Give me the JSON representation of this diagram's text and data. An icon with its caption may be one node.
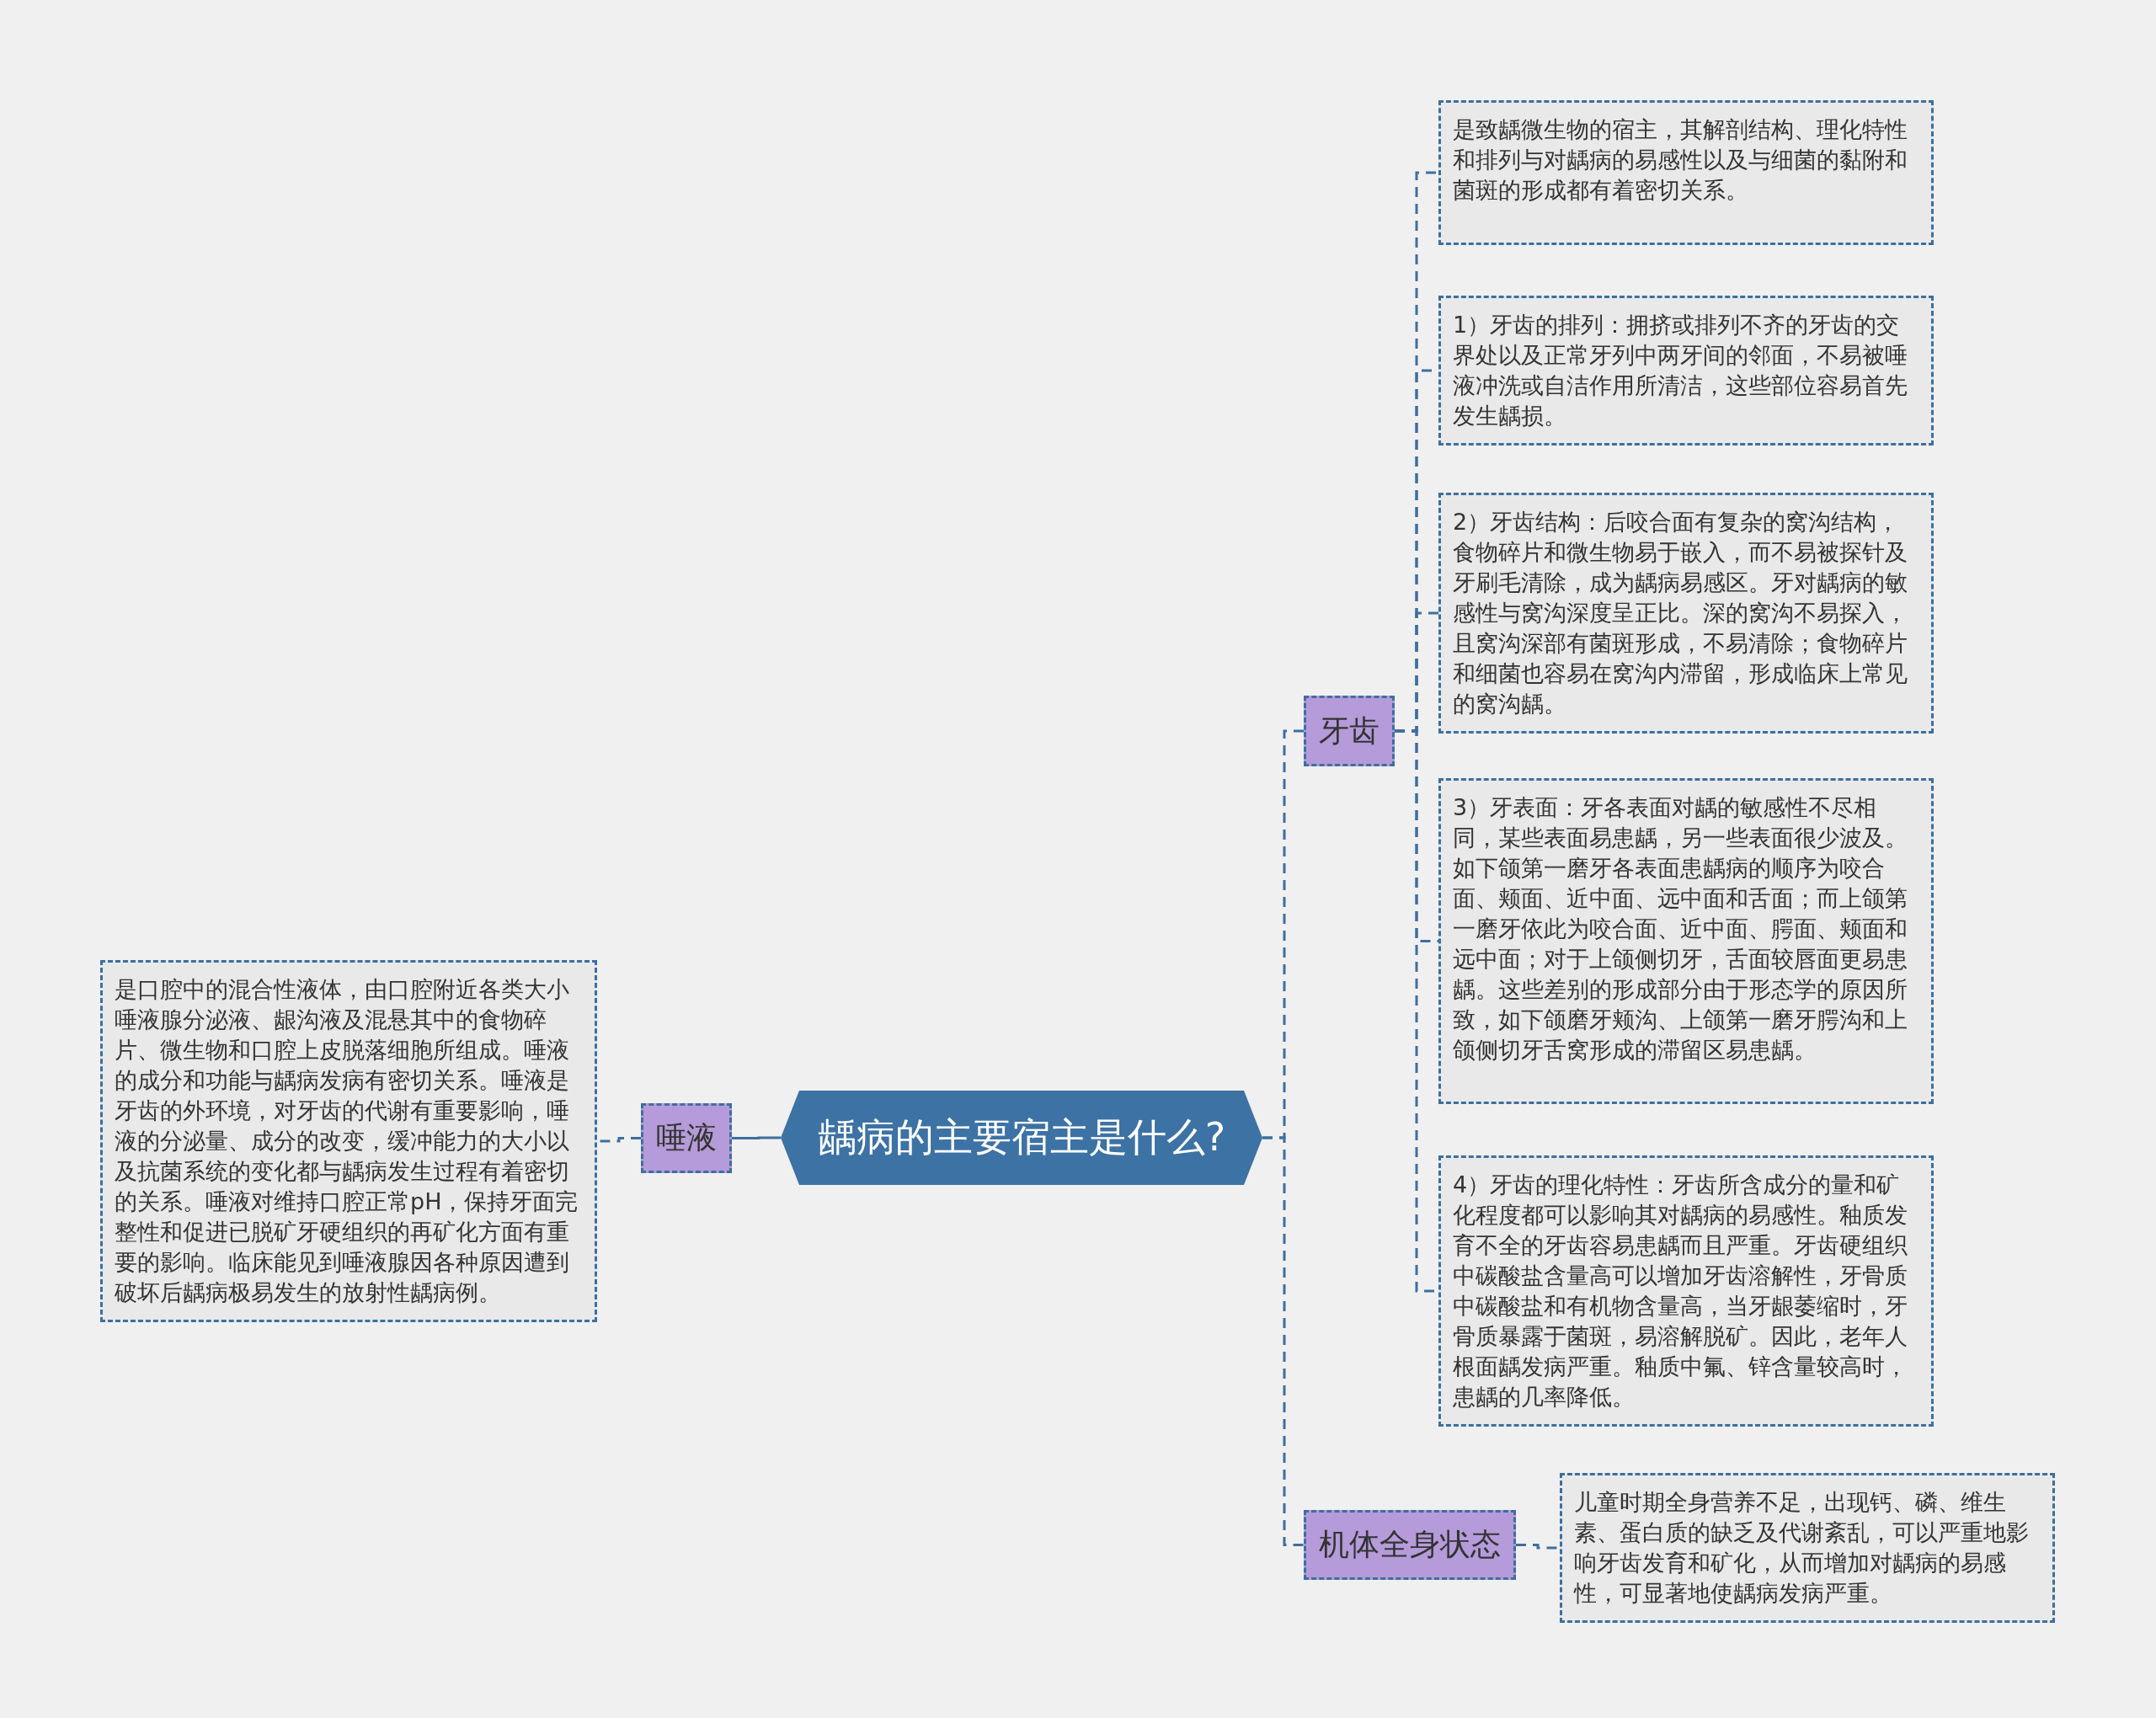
{
  "diagram": {
    "nodes": [
      {
        "text": [
          "龋病的主要宿主是什么?"
        ]
      },
      {
        "text": [
          "唾液"
        ]
      },
      {
        "text": [
          "是口腔中的混合性液体，由口腔附近各类大小唾液腺分泌液、龈沟液及混悬其中的食物碎片、微生物和口腔上皮脱落细胞所组成。唾液的成分和功能与龋病发病有密切关系。唾液是牙齿的外环境，对牙齿的代谢有重要影响，唾液的分泌量、成分的改变，缓冲能力的大小以及抗菌系统的变化都与龋病发生过程有着密切的关系。唾液对维持口腔正常pH，保持牙面完整性和促进已脱矿牙硬组织的再矿化方面有重要的影响。临床能见到唾液腺因各种原因遭到破坏后龋病极易发生的放射性龋病例。"
        ]
      },
      {
        "text": [
          "牙齿"
        ]
      },
      {
        "text": [
          "是致龋微生物的宿主，其解剖结构、理化特性和排列与对龋病的易感性以及与细菌的黏附和菌斑的形成都有着密切关系。"
        ]
      },
      {
        "text": [
          "1）牙齿的排列：拥挤或排列不齐的牙齿的交界处以及正常牙列中两牙间的邻面，不易被唾液冲洗或自洁作用所清洁，这些部位容易首先发生龋损。"
        ]
      },
      {
        "text": [
          "2）牙齿结构：后咬合面有复杂的窝沟结构，食物碎片和微生物易于嵌入，而不易被探针及牙刷毛清除，成为龋病易感区。牙对龋病的敏感性与窝沟深度呈正比。深的窝沟不易探入，且窝沟深部有菌斑形成，不易清除；食物碎片和细菌也容易在窝沟内滞留，形成临床上常见的窝沟龋。"
        ]
      },
      {
        "text": [
          "3）牙表面：牙各表面对龋的敏感性不尽相同，某些表面易患龋，另一些表面很少波及。如下颌第一磨牙各表面患龋病的顺序为咬合面、颊面、近中面、远中面和舌面；而上颌第一磨牙依此为咬合面、近中面、腭面、颊面和远中面；对于上颌侧切牙，舌面较唇面更易患龋。这些差别的形成部分由于形态学的原因所致，如下颌磨牙颊沟、上颌第一磨牙腭沟和上颌侧切牙舌窝形成的滞留区易患龋。"
        ]
      },
      {
        "text": [
          "4）牙齿的理化特性：牙齿所含成分的量和矿化程度都可以影响其对龋病的易感性。釉质发育不全的牙齿容易患龋而且严重。牙齿硬组织中碳酸盐含量高可以增加牙齿溶解性，牙骨质中碳酸盐和有机物含量高，当牙龈萎缩时，牙骨质暴露于菌斑，易溶解脱矿。因此，老年人根面龋发病严重。釉质中氟、锌含量较高时，患龋的几率降低。"
        ]
      },
      {
        "text": [
          "机体全身状态"
        ]
      },
      {
        "text": [
          "儿童时期全身营养不足，出现钙、磷、维生素、蛋白质的缺乏及代谢紊乱，可以严重地影响牙齿发育和矿化，从而增加对龋病的易感性，可显著地使龋病发病严重。"
        ]
      }
    ],
    "edges": [
      {
        "from": 0,
        "to": 1,
        "arrow": "none"
      },
      {
        "from": 1,
        "to": 2,
        "arrow": "none",
        "style": "dashed"
      },
      {
        "from": 0,
        "to": 3,
        "arrow": "none",
        "style": "dashed"
      },
      {
        "from": 3,
        "to": 4,
        "arrow": "none",
        "style": "dashed"
      },
      {
        "from": 3,
        "to": 5,
        "arrow": "none",
        "style": "dashed"
      },
      {
        "from": 3,
        "to": 6,
        "arrow": "none",
        "style": "dashed"
      },
      {
        "from": 3,
        "to": 7,
        "arrow": "none",
        "style": "dashed"
      },
      {
        "from": 3,
        "to": 8,
        "arrow": "none",
        "style": "dashed"
      },
      {
        "from": 0,
        "to": 9,
        "arrow": "none",
        "style": "dashed"
      },
      {
        "from": 9,
        "to": 10,
        "arrow": "none",
        "style": "dashed"
      }
    ]
  }
}
